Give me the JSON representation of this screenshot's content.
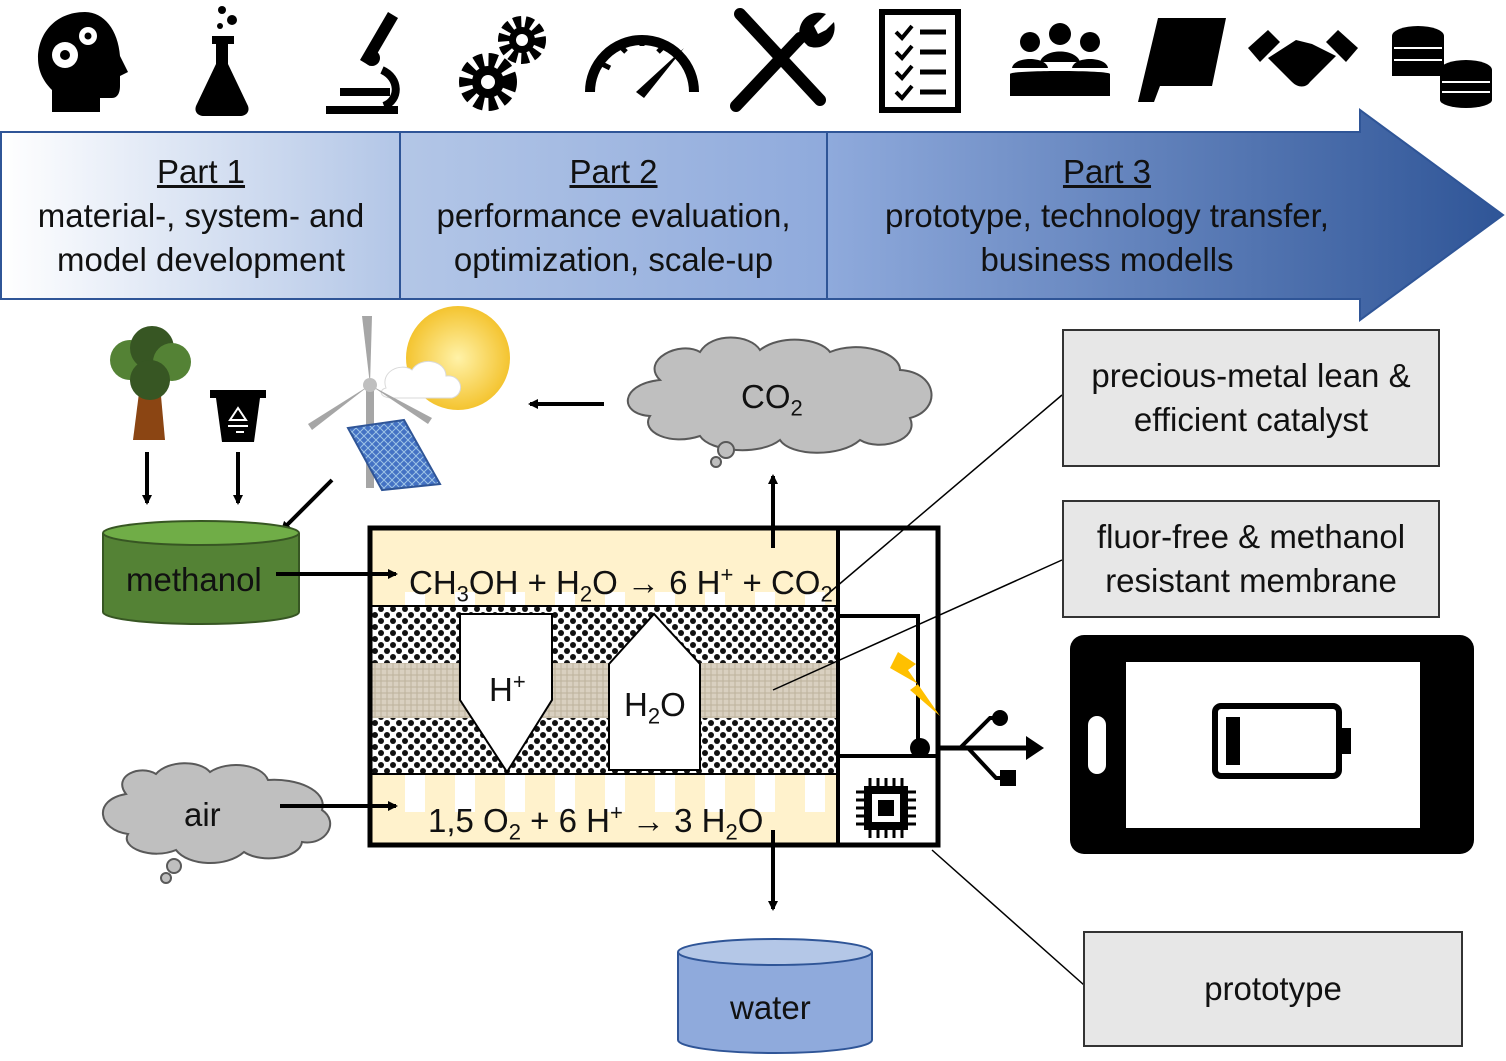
{
  "colors": {
    "arrow_start": "#ffffff",
    "arrow_mid": "#b4c7e7",
    "arrow_end": "#2f5597",
    "methanol_fill": "#548235",
    "water_fill": "#8faadc",
    "cell_yellow": "#fff2cc",
    "label_box": "#e7e7e7",
    "cloud": "#bfbfbf",
    "sun": "#ffd966",
    "lightning": "#ffc000"
  },
  "icons": [
    "brain-gears-icon",
    "flask-icon",
    "microscope-icon",
    "gears-icon",
    "speedometer-icon",
    "tools-icon",
    "checklist-icon",
    "meeting-icon",
    "paper-icon",
    "handshake-icon",
    "coins-icon"
  ],
  "phases": [
    {
      "heading": "Part 1",
      "line1": "material-, system- and",
      "line2": "model development"
    },
    {
      "heading": "Part 2",
      "line1": "performance evaluation,",
      "line2": "optimization, scale-up"
    },
    {
      "heading": "Part 3",
      "line1": "prototype, technology transfer,",
      "line2": "business modells"
    }
  ],
  "labels": {
    "catalyst_line1": "precious-metal lean &",
    "catalyst_line2": "efficient catalyst",
    "membrane_line1": "fluor-free & methanol",
    "membrane_line2": "resistant membrane",
    "prototype": "prototype",
    "methanol": "methanol",
    "water": "water",
    "air": "air",
    "co2_base": "CO",
    "co2_sub": "2",
    "proton_base": "H",
    "proton_sup": "+",
    "water_mol_base": "H",
    "water_mol_sub": "2",
    "water_mol_tail": "O"
  },
  "reactions": {
    "anode": {
      "a": "CH",
      "a_sub": "3",
      "b": "OH + H",
      "b_sub": "2",
      "c": "O ",
      "arrow": "→",
      "d": " 6 H",
      "d_sup": "+",
      "e": " + CO",
      "e_sub": "2"
    },
    "cathode": {
      "a": "1,5 O",
      "a_sub": "2",
      "b": " + 6 H",
      "b_sup": "+",
      "c": " ",
      "arrow": "→",
      "d": " 3 H",
      "d_sub": "2",
      "e": "O"
    }
  }
}
